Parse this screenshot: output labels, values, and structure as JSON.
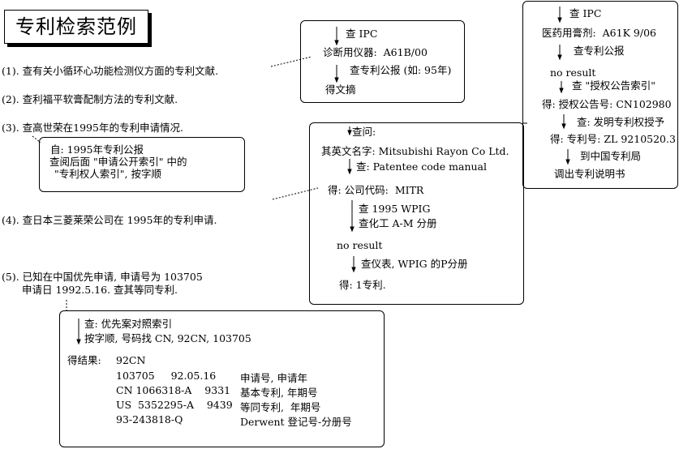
{
  "title": "专利检索范例",
  "questions": [
    "(1). 查有关小循环心功能检测仪方面的专利文献.",
    "(2). 查利福平软膏配制方法的专利文献.",
    "(3). 查高世荣在1995年的专利申请情况.",
    "(4). 查日本三菱莱荣公司在 1995年的专利申请.",
    "(5). 已知在中国优先申请, 申请号为 103705",
    "申请日 1992.5.16. 查其等同专利."
  ],
  "box1": [
    "查 IPC",
    "诊断用仪器:  A61B/00",
    "查专利公报 (如: 95年)",
    "得文摘"
  ],
  "box2": [
    "查 IPC",
    "医药用膏剂:  A61K 9/06",
    "查专利公报",
    "no result",
    "查 \"授权公告索引\"",
    "得: 授权公告号: CN102980",
    "查: 发明专利权授予",
    "得: 专利号: ZL 9210520.3",
    "到中国专利局",
    "调出专利说明书"
  ],
  "box3": [
    "自: 1995年专利公报",
    "查阅后面 \"申请公开索引\" 中的",
    "\"专利权人索引\", 按字顺"
  ],
  "box4": [
    "查问:",
    "其英文名字: Mitsubishi Rayon Co Ltd.",
    "查: Patentee code manual",
    "得: 公司代码:  MITR",
    "查 1995 WPIG",
    "查化工 A-M 分册",
    "no result",
    "查仪表, WPIG 的P分册",
    "得: 1专利."
  ],
  "box5": {
    "steps": [
      "查: 优先案对照索引",
      "按字顺, 号码找 CN, 92CN, 103705"
    ],
    "result_label": "得结果:",
    "values": [
      "92CN",
      "103705     92.05.16",
      "CN 1066318-A    9331",
      "US  5352295-A    9439",
      "93-243818-Q"
    ],
    "meanings": [
      "申请号, 申请年",
      "基本专利, 年期号",
      "等同专利,  年期号",
      "Derwent 登记号-分册号"
    ]
  }
}
